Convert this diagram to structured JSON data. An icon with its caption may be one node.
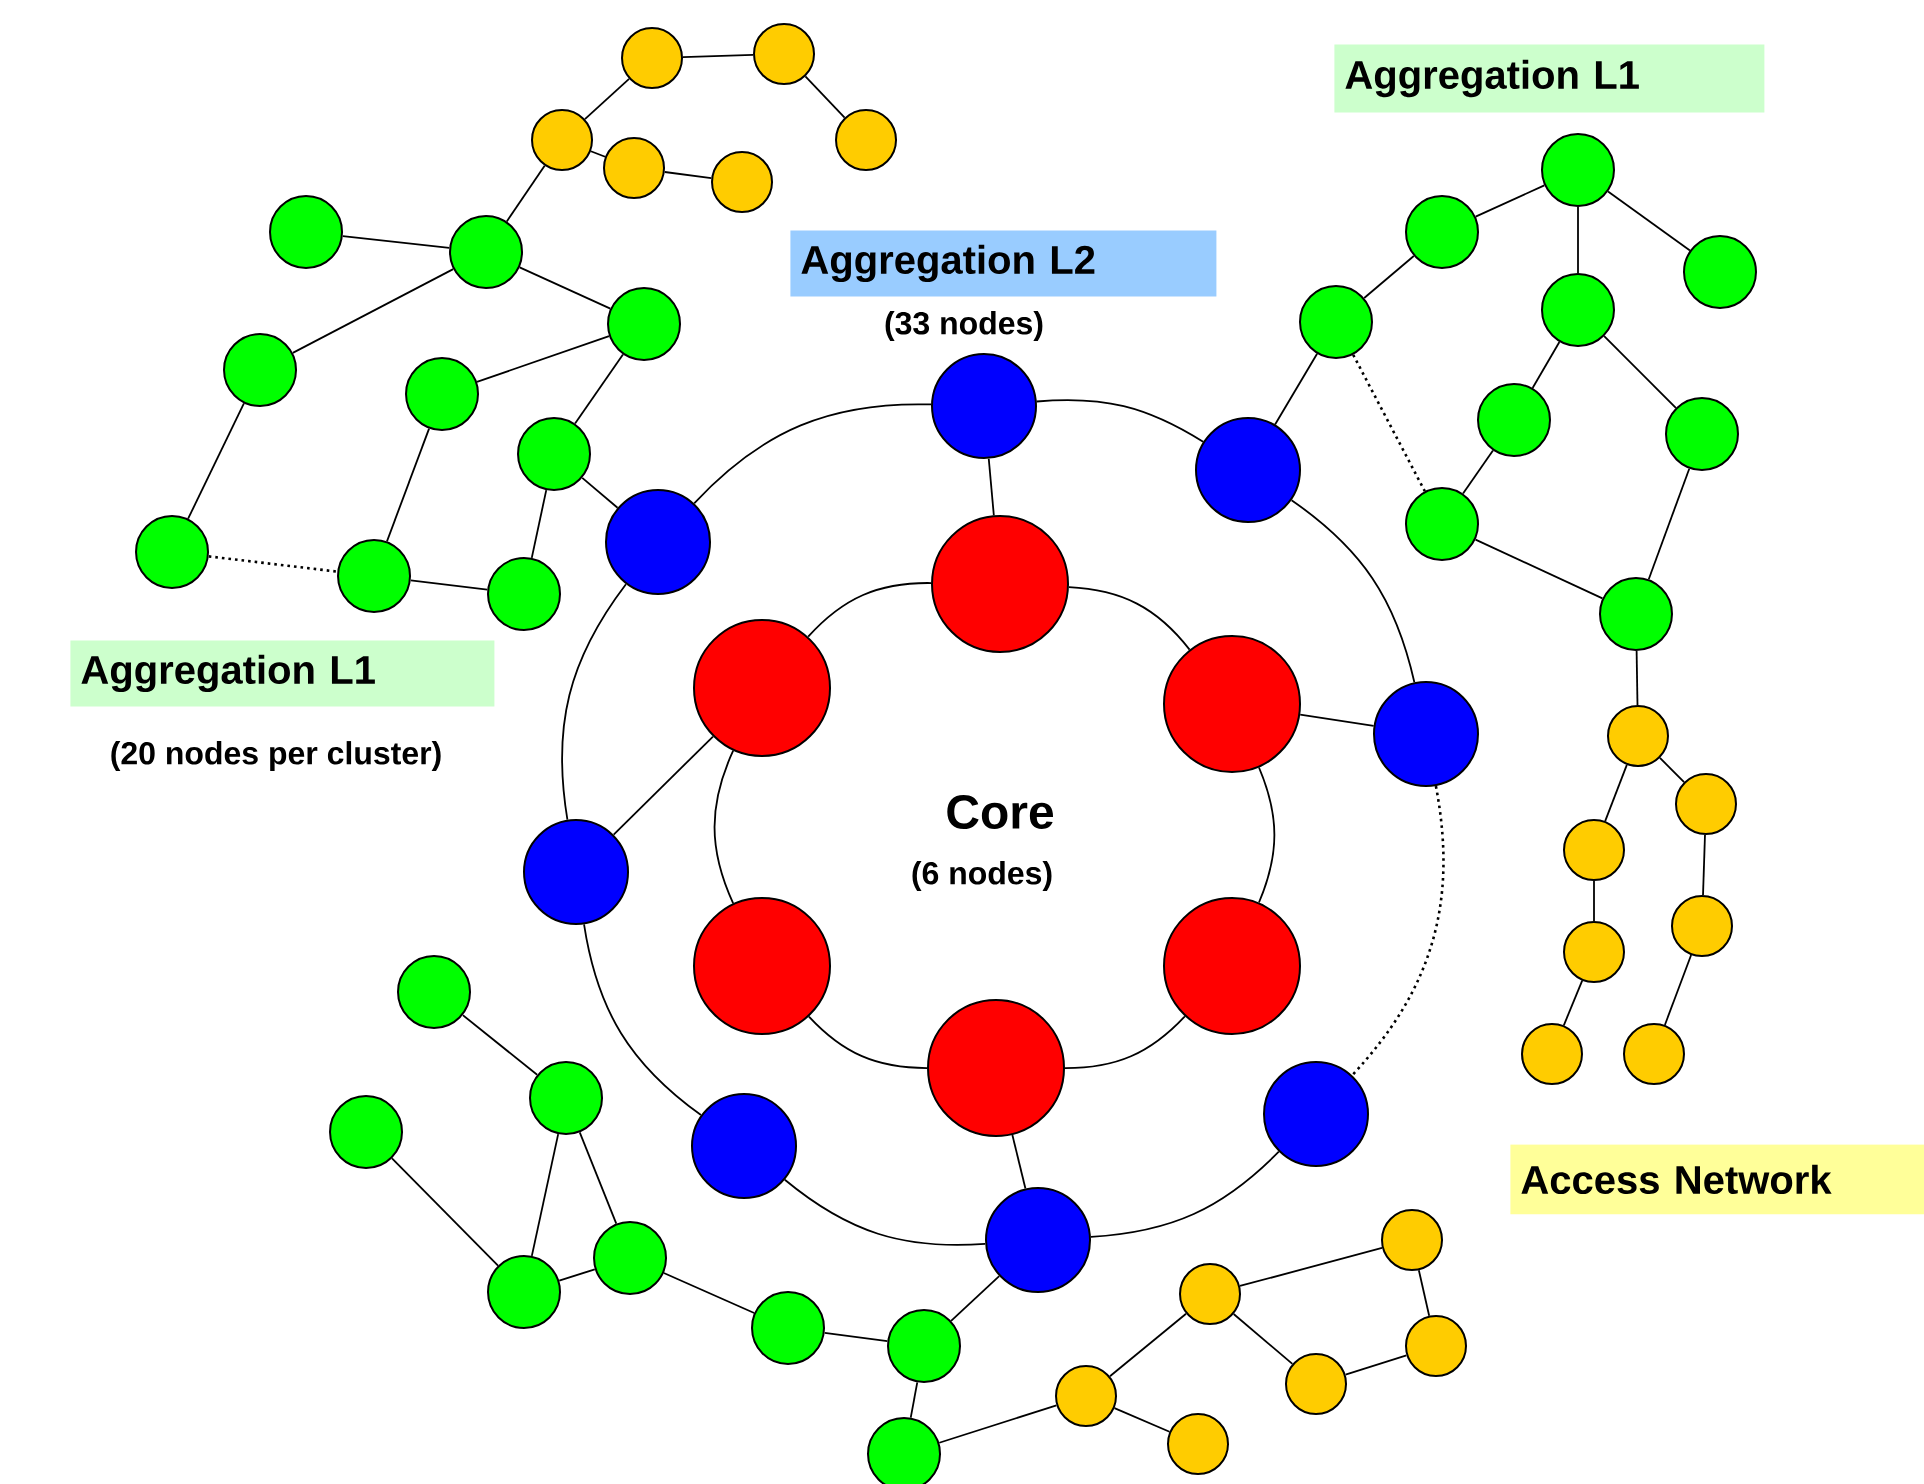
{
  "diagram": {
    "nodes": [
      {
        "text": [
          "Aggregation L1"
        ]
      },
      {
        "text": [
          "Aggregation L2"
        ],
        "beside": [
          "(33 nodes)"
        ]
      },
      {
        "text": [
          "Aggregation L1"
        ],
        "beside": [
          "(20 nodes per cluster)"
        ]
      },
      {
        "text": [
          "Access Network"
        ]
      },
      {
        "text": [],
        "shape": "circle"
      },
      {
        "text": [],
        "shape": "circle"
      },
      {
        "text": [],
        "shape": "circle"
      },
      {
        "text": [],
        "shape": "circle"
      },
      {
        "text": [],
        "shape": "circle"
      },
      {
        "text": [],
        "shape": "circle"
      },
      {
        "text": [],
        "shape": "circle"
      },
      {
        "text": [],
        "shape": "circle"
      },
      {
        "text": [],
        "shape": "circle"
      },
      {
        "text": [],
        "shape": "circle"
      },
      {
        "text": [],
        "shape": "circle"
      },
      {
        "text": [],
        "shape": "circle"
      },
      {
        "text": [],
        "shape": "circle"
      },
      {
        "text": [],
        "shape": "circle"
      },
      {
        "text": [],
        "shape": "circle"
      },
      {
        "text": [],
        "shape": "circle"
      },
      {
        "text": [],
        "shape": "circle"
      },
      {
        "text": [],
        "shape": "circle"
      },
      {
        "text": [],
        "shape": "circle"
      },
      {
        "text": [],
        "shape": "circle"
      },
      {
        "text": [],
        "shape": "circle"
      },
      {
        "text": [],
        "shape": "circle"
      },
      {
        "text": [],
        "shape": "circle"
      },
      {
        "text": [],
        "shape": "circle"
      },
      {
        "text": [],
        "shape": "circle"
      },
      {
        "text": [],
        "shape": "circle"
      },
      {
        "text": [],
        "shape": "circle"
      },
      {
        "text": [],
        "shape": "circle"
      },
      {
        "text": [],
        "shape": "circle"
      },
      {
        "text": [],
        "shape": "circle"
      },
      {
        "text": [],
        "shape": "circle"
      },
      {
        "text": [],
        "shape": "circle"
      },
      {
        "text": [],
        "shape": "circle"
      },
      {
        "text": [],
        "shape": "circle"
      },
      {
        "text": [],
        "shape": "circle"
      },
      {
        "text": [],
        "shape": "circle"
      },
      {
        "text": [],
        "shape": "circle"
      },
      {
        "text": [],
        "shape": "circle"
      },
      {
        "text": [],
        "shape": "circle"
      },
      {
        "text": [],
        "shape": "circle"
      },
      {
        "text": [],
        "shape": "circle"
      },
      {
        "text": [],
        "shape": "circle"
      },
      {
        "text": [],
        "shape": "circle"
      },
      {
        "text": [],
        "shape": "circle"
      },
      {
        "text": [],
        "shape": "circle"
      },
      {
        "text": [],
        "shape": "circle"
      },
      {
        "text": [],
        "shape": "circle"
      },
      {
        "text": [],
        "shape": "circle"
      },
      {
        "text": [],
        "shape": "circle"
      },
      {
        "text": [],
        "shape": "circle"
      },
      {
        "text": [],
        "shape": "circle"
      },
      {
        "text": [],
        "shape": "circle"
      },
      {
        "text": [],
        "shape": "circle"
      },
      {
        "text": [],
        "shape": "circle"
      },
      {
        "text": [],
        "shape": "circle"
      },
      {
        "text": [],
        "shape": "circle"
      },
      {
        "text": [],
        "shape": "circle"
      },
      {
        "text": [],
        "shape": "circle"
      },
      {
        "text": [],
        "shape": "circle"
      }
    ],
    "edges": [
      {
        "from": 6,
        "to": 4,
        "arrow": "none"
      },
      {
        "from": 4,
        "to": 5,
        "arrow": "none"
      },
      {
        "from": 5,
        "to": 8,
        "arrow": "none"
      },
      {
        "from": 6,
        "to": 7,
        "arrow": "none"
      },
      {
        "from": 7,
        "to": 9,
        "arrow": "none"
      },
      {
        "from": 10,
        "to": 11,
        "arrow": "none"
      },
      {
        "from": 11,
        "to": 6,
        "arrow": "none"
      },
      {
        "from": 11,
        "to": 12,
        "arrow": "none"
      },
      {
        "from": 11,
        "to": 13,
        "arrow": "none"
      },
      {
        "from": 12,
        "to": 16,
        "arrow": "none"
      },
      {
        "from": 13,
        "to": 14,
        "arrow": "none"
      },
      {
        "from": 13,
        "to": 15,
        "arrow": "none"
      },
      {
        "from": 14,
        "to": 17,
        "arrow": "none"
      },
      {
        "from": 15,
        "to": 18,
        "arrow": "none"
      },
      {
        "from": 15,
        "to": 35,
        "arrow": "none"
      },
      {
        "from": 17,
        "to": 18,
        "arrow": "none"
      },
      {
        "from": 16,
        "to": 17,
        "arrow": "none",
        "style": "dashed"
      },
      {
        "from": 19,
        "to": 20,
        "arrow": "none"
      },
      {
        "from": 19,
        "to": 21,
        "arrow": "none"
      },
      {
        "from": 19,
        "to": 23,
        "arrow": "none"
      },
      {
        "from": 20,
        "to": 22,
        "arrow": "none"
      },
      {
        "from": 22,
        "to": 29,
        "arrow": "none"
      },
      {
        "from": 22,
        "to": 26,
        "arrow": "none",
        "style": "dashed"
      },
      {
        "from": 23,
        "to": 24,
        "arrow": "none"
      },
      {
        "from": 23,
        "to": 25,
        "arrow": "none"
      },
      {
        "from": 24,
        "to": 26,
        "arrow": "none"
      },
      {
        "from": 25,
        "to": 27,
        "arrow": "none"
      },
      {
        "from": 26,
        "to": 27,
        "arrow": "none"
      },
      {
        "from": 27,
        "to": 42,
        "arrow": "none"
      },
      {
        "from": 28,
        "to": 29,
        "arrow": "none"
      },
      {
        "from": 29,
        "to": 30,
        "arrow": "none"
      },
      {
        "from": 30,
        "to": 31,
        "arrow": "none",
        "style": "dashed"
      },
      {
        "from": 31,
        "to": 32,
        "arrow": "none"
      },
      {
        "from": 32,
        "to": 33,
        "arrow": "none"
      },
      {
        "from": 33,
        "to": 34,
        "arrow": "none"
      },
      {
        "from": 34,
        "to": 35,
        "arrow": "none"
      },
      {
        "from": 35,
        "to": 28,
        "arrow": "none"
      },
      {
        "from": 36,
        "to": 37,
        "arrow": "none"
      },
      {
        "from": 37,
        "to": 38,
        "arrow": "none"
      },
      {
        "from": 38,
        "to": 39,
        "arrow": "none"
      },
      {
        "from": 39,
        "to": 40,
        "arrow": "none"
      },
      {
        "from": 40,
        "to": 41,
        "arrow": "none"
      },
      {
        "from": 41,
        "to": 36,
        "arrow": "none"
      },
      {
        "from": 28,
        "to": 36,
        "arrow": "none"
      },
      {
        "from": 30,
        "to": 37,
        "arrow": "none"
      },
      {
        "from": 32,
        "to": 39,
        "arrow": "none"
      },
      {
        "from": 34,
        "to": 41,
        "arrow": "none"
      },
      {
        "from": 42,
        "to": 43,
        "arrow": "none"
      },
      {
        "from": 42,
        "to": 44,
        "arrow": "none"
      },
      {
        "from": 43,
        "to": 45,
        "arrow": "none"
      },
      {
        "from": 44,
        "to": 46,
        "arrow": "none"
      },
      {
        "from": 46,
        "to": 47,
        "arrow": "none"
      },
      {
        "from": 45,
        "to": 48,
        "arrow": "none"
      },
      {
        "from": 49,
        "to": 50,
        "arrow": "none"
      },
      {
        "from": 50,
        "to": 53,
        "arrow": "none"
      },
      {
        "from": 50,
        "to": 52,
        "arrow": "none"
      },
      {
        "from": 51,
        "to": 53,
        "arrow": "none"
      },
      {
        "from": 53,
        "to": 52,
        "arrow": "none"
      },
      {
        "from": 52,
        "to": 54,
        "arrow": "none"
      },
      {
        "from": 54,
        "to": 55,
        "arrow": "none"
      },
      {
        "from": 55,
        "to": 32,
        "arrow": "none"
      },
      {
        "from": 55,
        "to": 56,
        "arrow": "none"
      },
      {
        "from": 56,
        "to": 61,
        "arrow": "none"
      },
      {
        "from": 58,
        "to": 57,
        "arrow": "none"
      },
      {
        "from": 57,
        "to": 59,
        "arrow": "none"
      },
      {
        "from": 59,
        "to": 60,
        "arrow": "none"
      },
      {
        "from": 60,
        "to": 58,
        "arrow": "none"
      },
      {
        "from": 58,
        "to": 61,
        "arrow": "none"
      },
      {
        "from": 61,
        "to": 62,
        "arrow": "none"
      }
    ],
    "labels": [
      "Core",
      "(6 nodes)"
    ]
  }
}
